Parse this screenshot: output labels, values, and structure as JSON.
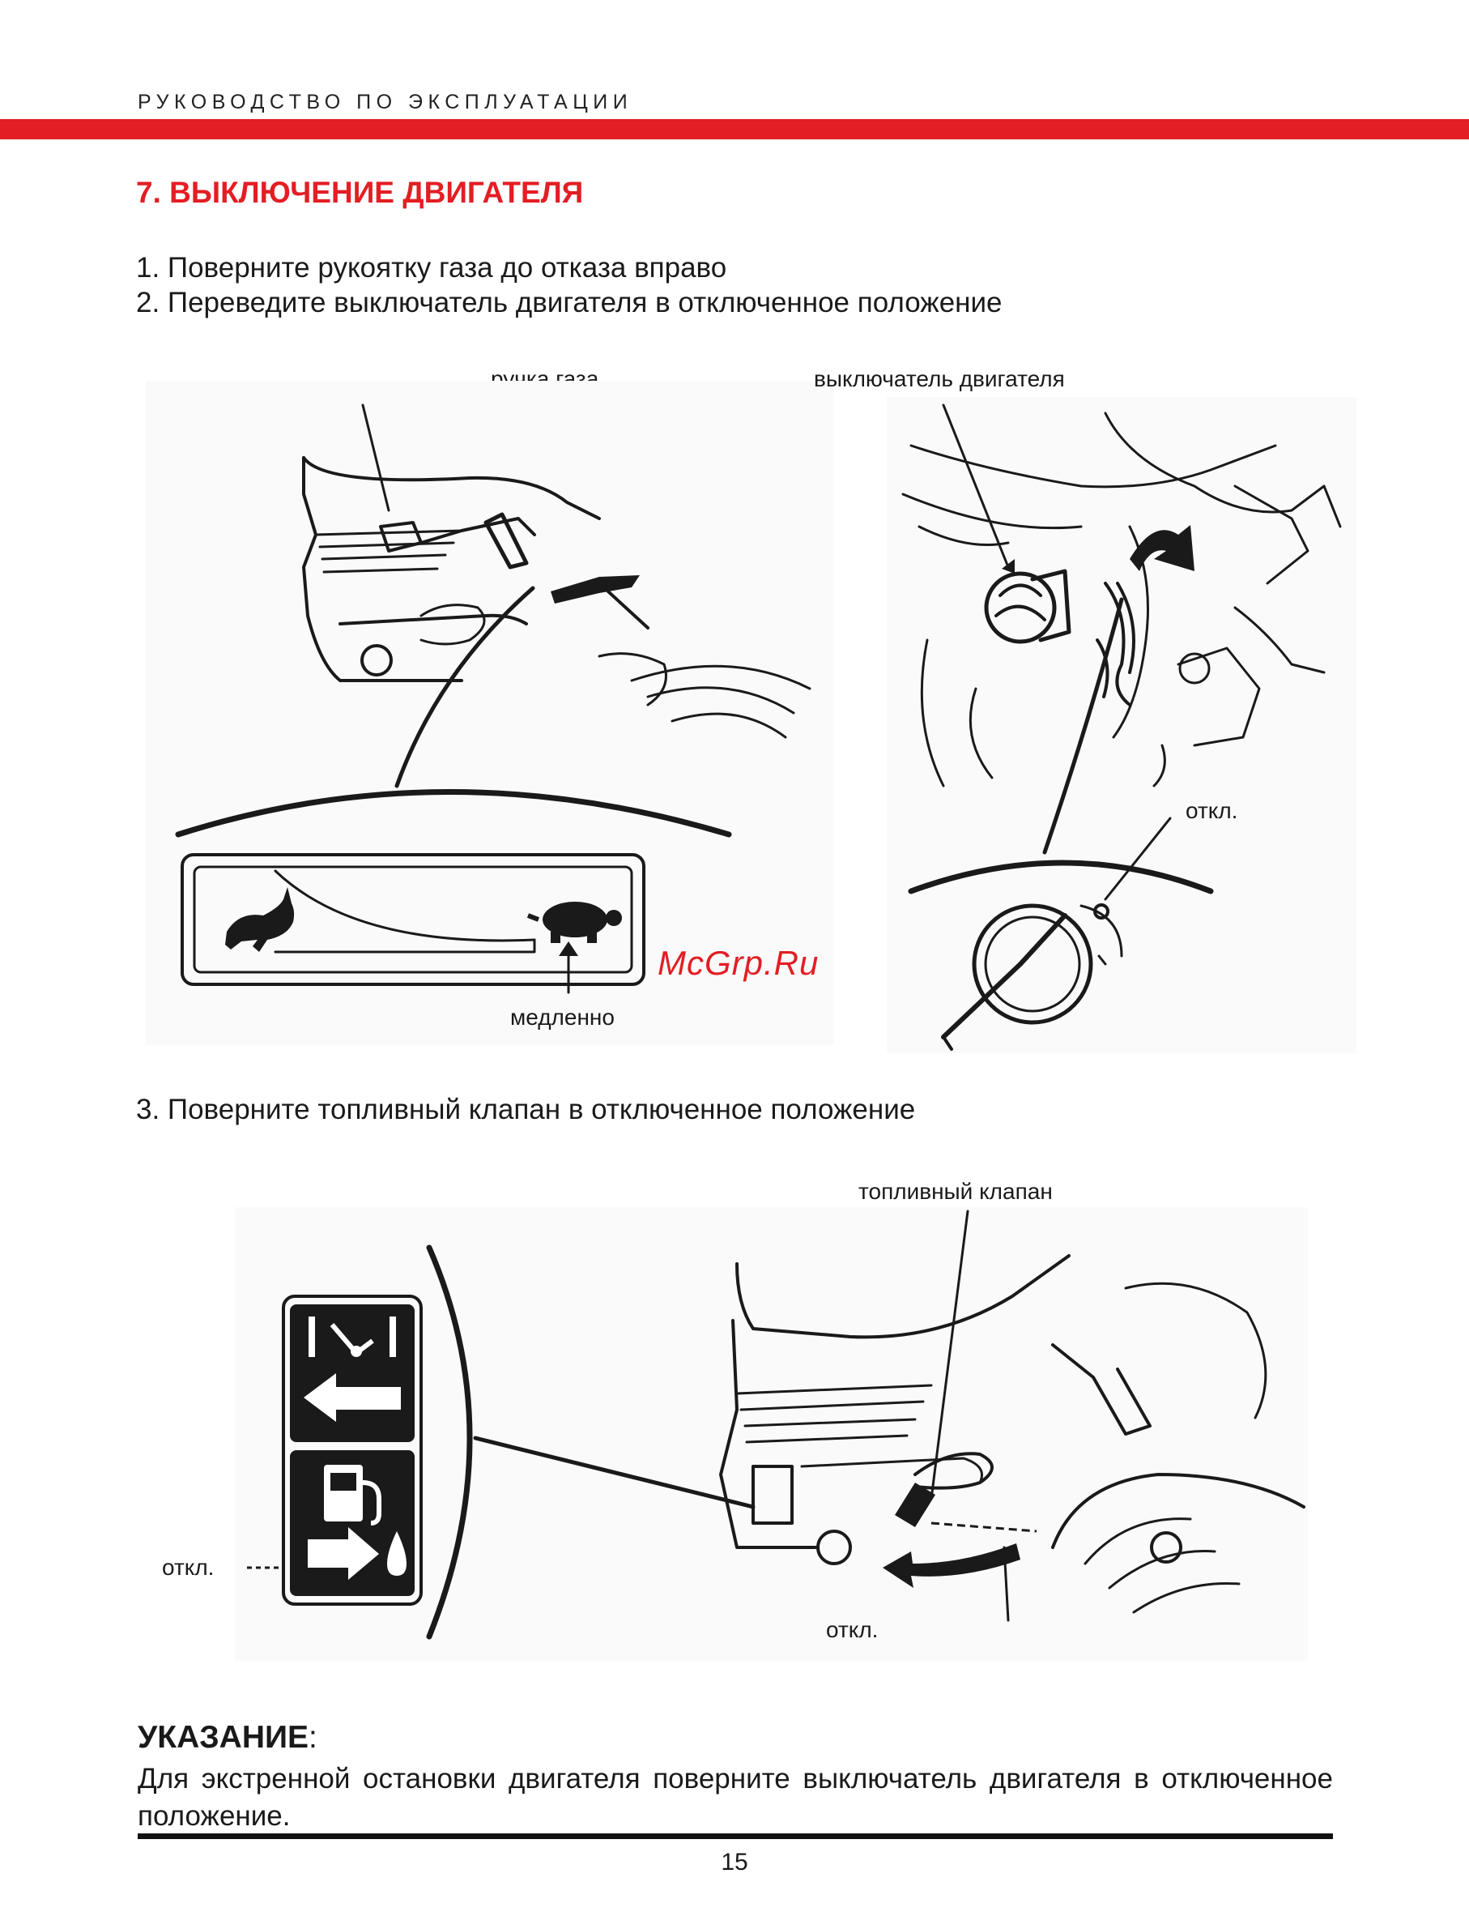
{
  "header": {
    "title": "РУКОВОДСТВО ПО ЭКСПЛУАТАЦИИ",
    "accent_color": "#e31e24"
  },
  "section": {
    "title": "7. ВЫКЛЮЧЕНИЕ ДВИГАТЕЛЯ"
  },
  "steps": [
    "1. Поверните рукоятку газа до отказа вправо",
    "2. Переведите выключатель двигателя в отключенное положение",
    "3. Поверните топливный клапан в отключенное положение"
  ],
  "figure1": {
    "label_throttle": "ручка газа",
    "label_slow": "медленно"
  },
  "figure2": {
    "label_switch": "выключатель двигателя",
    "label_off": "откл."
  },
  "figure3": {
    "label_valve": "топливный клапан",
    "label_off_left": "откл.",
    "label_off_bottom": "откл."
  },
  "watermark": "McGrp.Ru",
  "note": {
    "title": "УКАЗАНИЕ",
    "colon": ":",
    "text": "Для экстренной остановки двигателя поверните выключатель двигателя в отключенное положение."
  },
  "page_number": "15",
  "icons": [
    "rabbit-icon",
    "turtle-icon",
    "fuel-pump-icon",
    "arrow-left-icon",
    "arrow-right-icon",
    "fuel-drop-icon"
  ]
}
